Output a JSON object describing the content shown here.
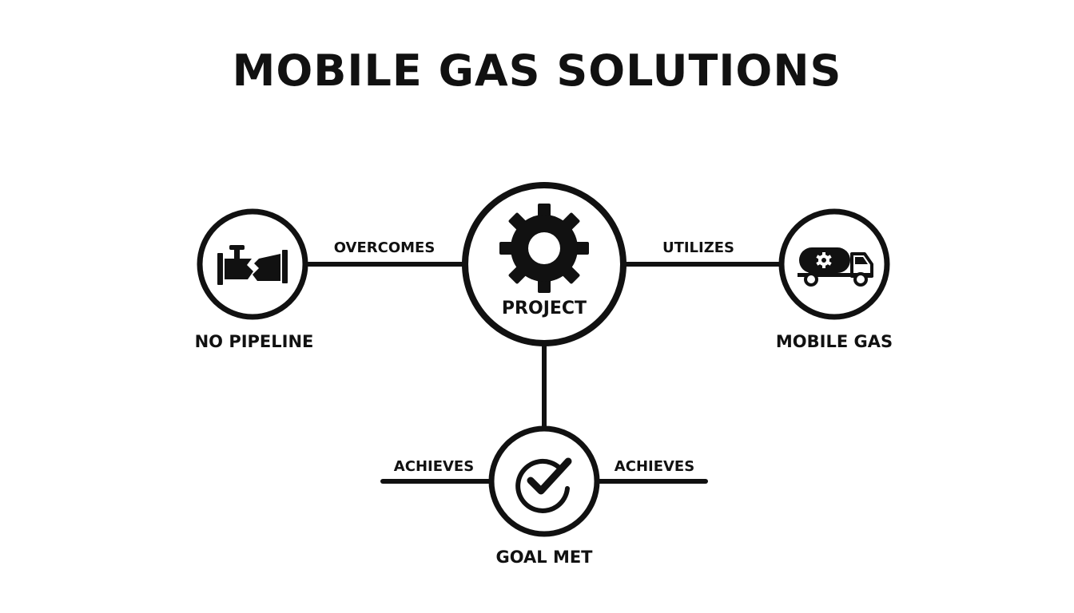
{
  "title": "MOBILE GAS SOLUTIONS",
  "nodes": {
    "project": {
      "label": "PROJECT",
      "icon": "gear-icon"
    },
    "no_pipeline": {
      "label": "NO PIPELINE",
      "icon": "broken-pipe-icon"
    },
    "mobile_gas": {
      "label": "MOBILE GAS",
      "icon": "gas-tanker-truck-icon"
    },
    "goal_met": {
      "label": "GOAL MET",
      "icon": "checkmark-icon"
    }
  },
  "edges": {
    "overcomes": "OVERCOMES",
    "utilizes": "UTILIZES",
    "achieves_left": "ACHIEVES",
    "achieves_right": "ACHIEVES"
  },
  "colors": {
    "ink": "#111111",
    "background": "#ffffff"
  }
}
